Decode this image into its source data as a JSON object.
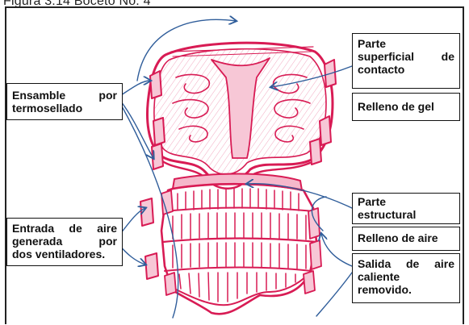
{
  "figure": {
    "caption": "Figura 3.14 Boceto No. 4"
  },
  "labels": {
    "superficie": {
      "lines": [
        "Parte",
        "superficial  de",
        "contacto"
      ]
    },
    "gel": {
      "text": "Relleno de gel"
    },
    "termosellado": {
      "lines": [
        "Ensamble   por",
        "termosellado"
      ]
    },
    "estructural": {
      "lines": [
        "Parte",
        "estructural"
      ]
    },
    "entrada": {
      "lines": [
        "Entrada de aire",
        "generada    por",
        "dos ventiladores."
      ]
    },
    "aire": {
      "text": "Relleno de aire"
    },
    "salida": {
      "lines": [
        "Salida  de  aire",
        "caliente",
        "removido."
      ]
    }
  },
  "colors": {
    "sketch": "#d81b54",
    "sketch_light": "#ef8fad",
    "arrow": "#2f5d9a",
    "border": "#111111"
  }
}
